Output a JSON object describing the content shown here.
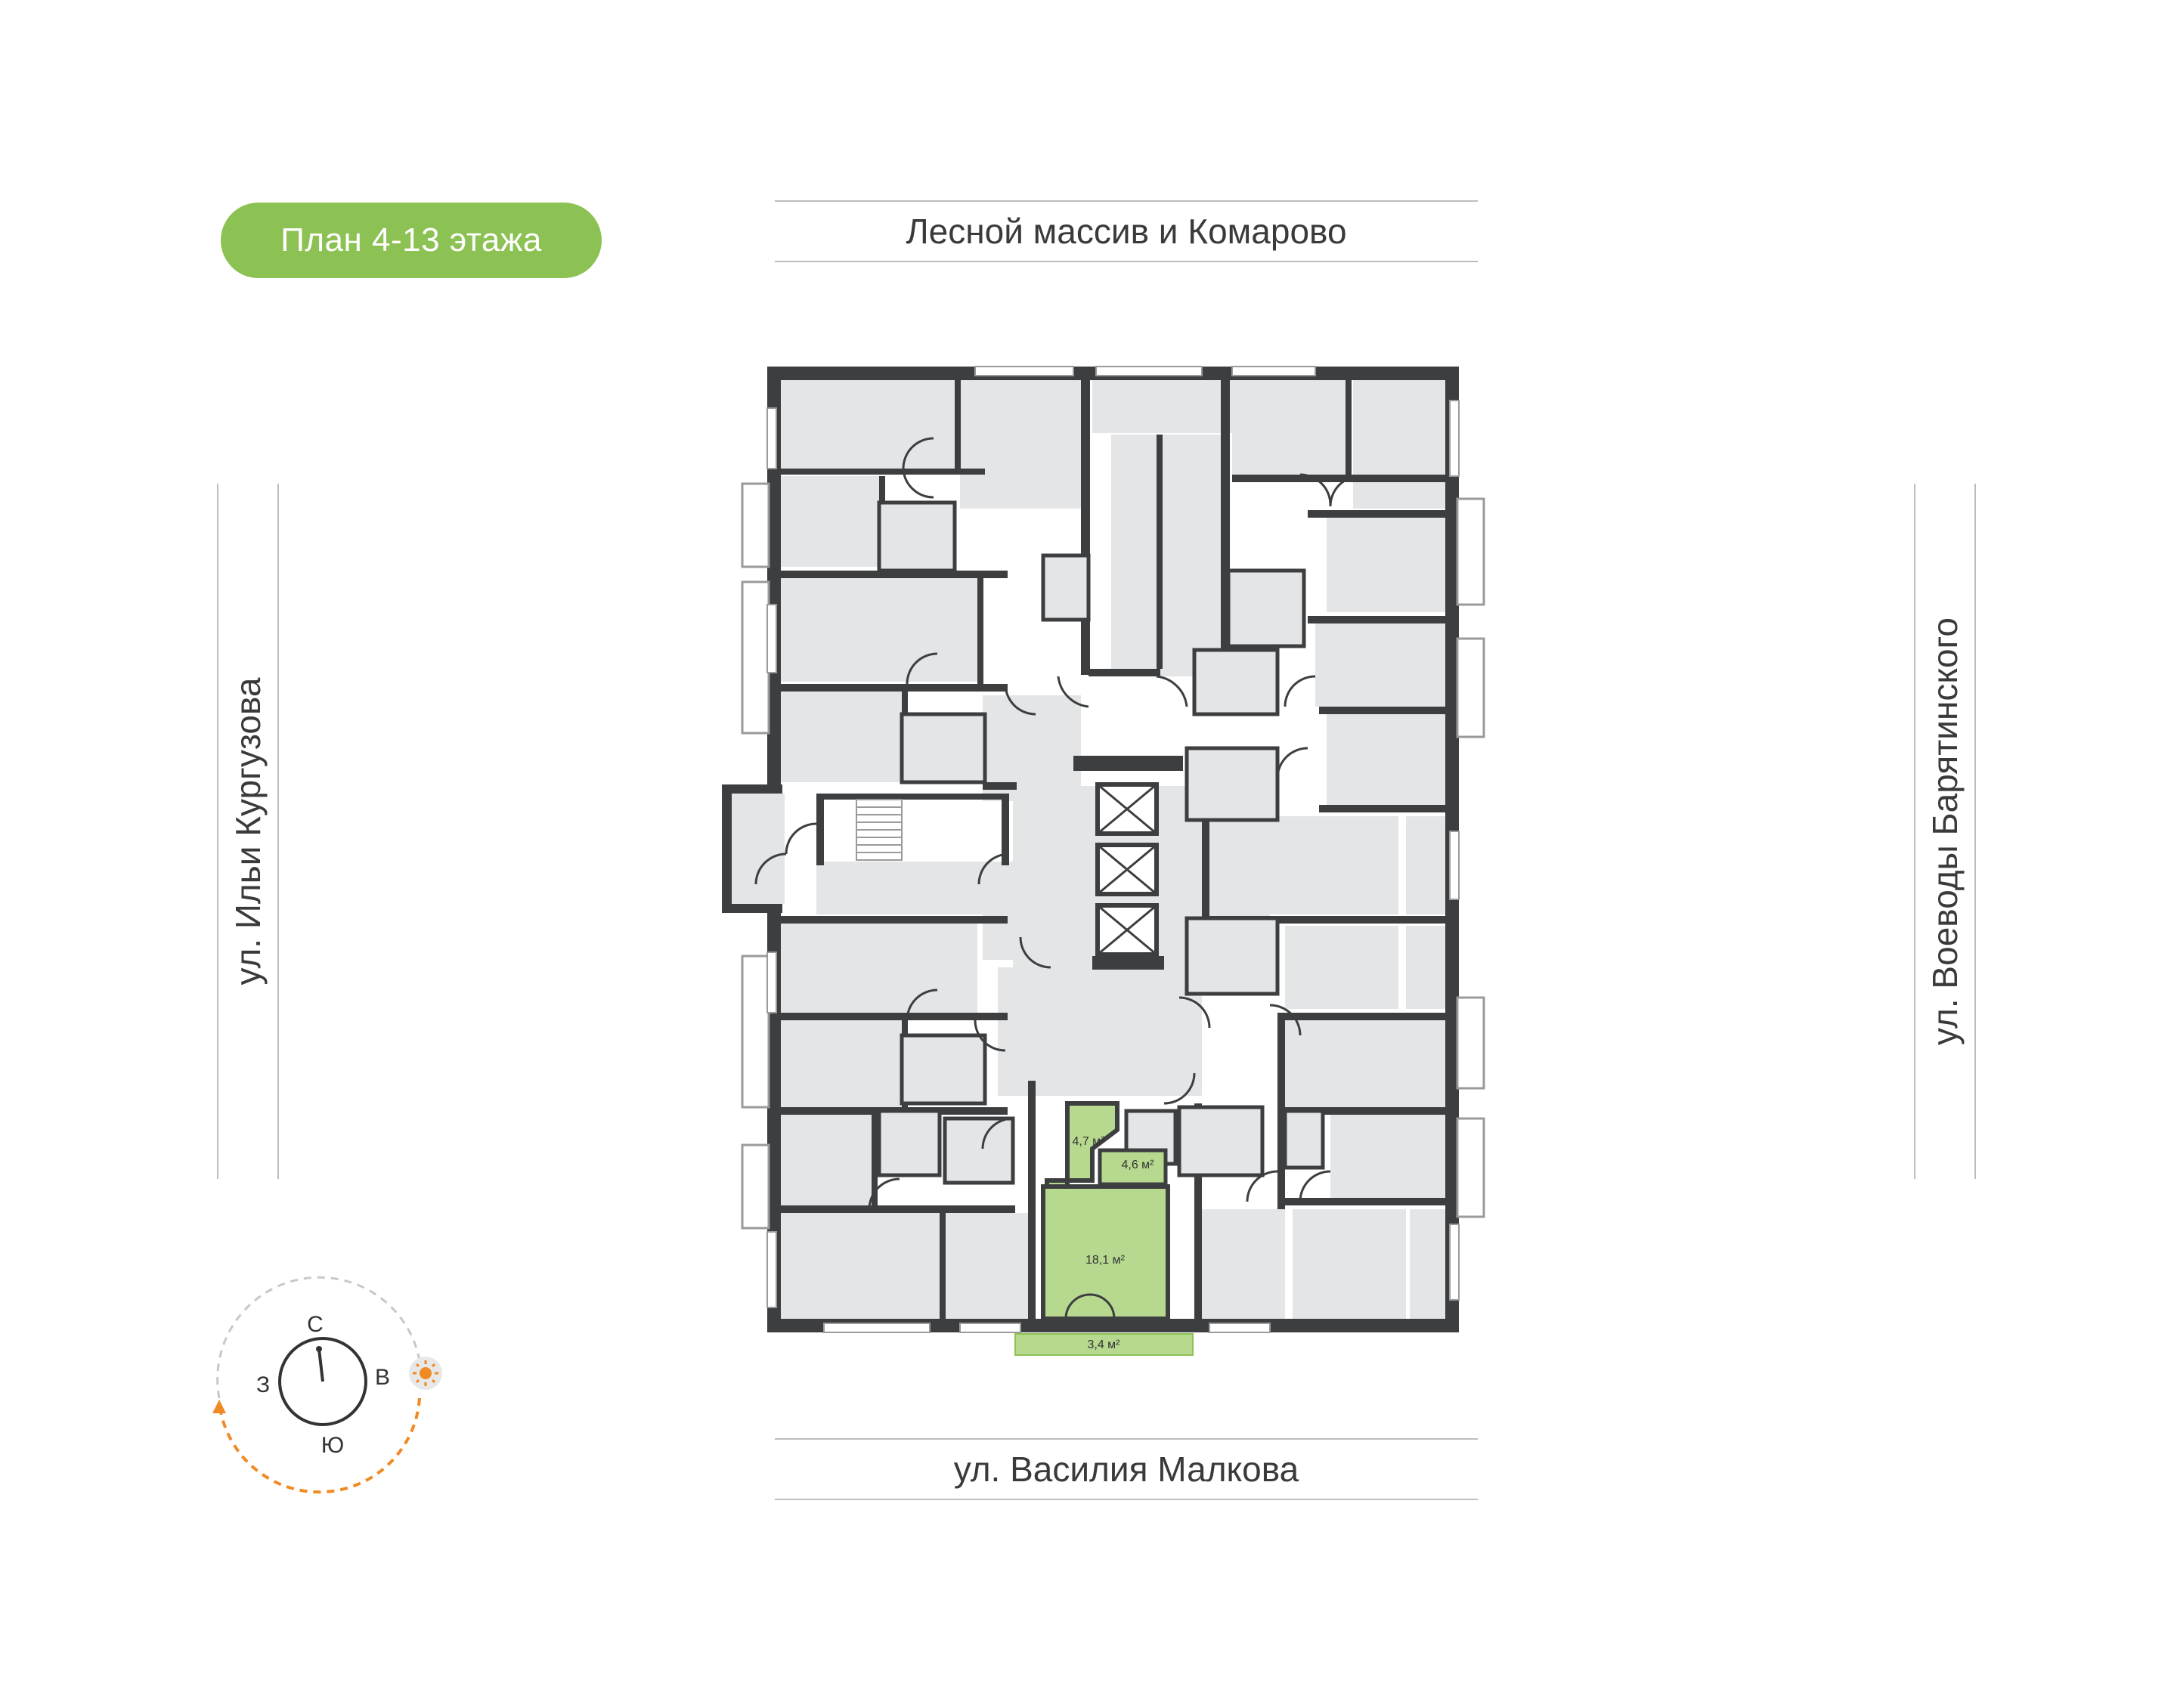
{
  "plan_title": "План 4-13 этажа",
  "streets": {
    "top": "Лесной массив и Комарово",
    "bottom": "ул. Василия Малкова",
    "left": "ул. Ильи Кургузова",
    "right": "ул. Воеводы Барятинского"
  },
  "rooms": {
    "hall_area": "4,7 м²",
    "bath_area": "4,6 м²",
    "living_area": "18,1 м²",
    "balcony_area": "3,4 м²"
  },
  "compass": {
    "north": "С",
    "south": "Ю",
    "west": "З",
    "east": "В"
  },
  "icons": {
    "sun": "sun-icon",
    "arrow": "sun-path-arrow-icon",
    "compass": "compass-icon"
  },
  "colors": {
    "accent": "#8cc153",
    "highlight_fill": "#b6d98f",
    "room_fill": "#e4e5e7",
    "wall": "#3d3e40",
    "sun": "#f08a24"
  }
}
